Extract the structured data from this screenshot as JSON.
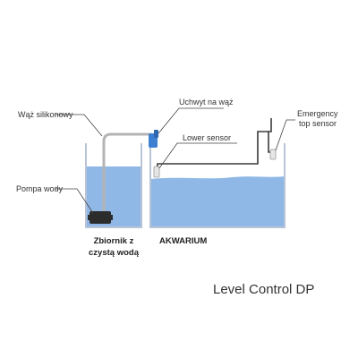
{
  "labels": {
    "hose": "Wąż silikonowy",
    "pump": "Pompa wody",
    "holder": "Uchwyt na wąż",
    "lower_sensor": "Lower sensor",
    "emergency_line1": "Emergency",
    "emergency_line2": "top sensor",
    "reservoir_line1": "Zbiornik z",
    "reservoir_line2": "czystą wodą",
    "aquarium": "AKWARIUM"
  },
  "title": "Level Control DP",
  "colors": {
    "water": "#8fb8e6",
    "glass": "#b8c4d6",
    "hose": "#b4b4b4",
    "holder": "#3d7fd0",
    "wire": "#3a3a3a",
    "pump": "#2c2c2c"
  }
}
